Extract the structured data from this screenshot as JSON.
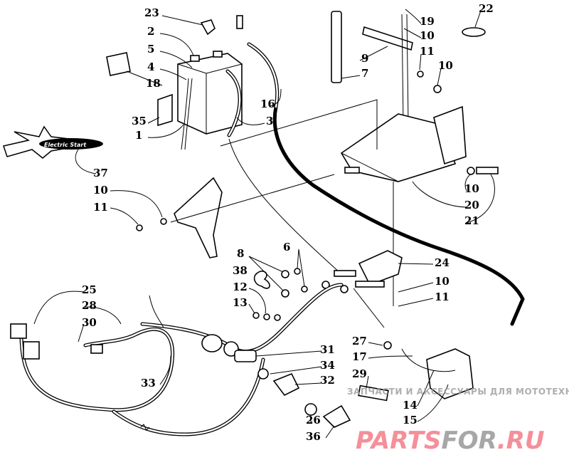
{
  "diagram": {
    "title": "Battery and wiring parts diagram",
    "callouts": [
      "23",
      "2",
      "5",
      "4",
      "18",
      "35",
      "1",
      "3",
      "16",
      "7",
      "9",
      "10",
      "19",
      "22",
      "11",
      "10",
      "37",
      "10",
      "11",
      "10",
      "20",
      "21",
      "8",
      "6",
      "38",
      "12",
      "13",
      "24",
      "10",
      "11",
      "25",
      "28",
      "30",
      "33",
      "31",
      "34",
      "32",
      "26",
      "36",
      "27",
      "17",
      "29",
      "14",
      "15"
    ],
    "logo_text": "Electric Start"
  },
  "watermark": {
    "line1": "ЗАПЧАСТИ И АКСЕССУАРЫ ДЛЯ МОТОТЕХНИКИ",
    "brand_a": "PARTS",
    "brand_b": "FOR",
    "brand_c": ".RU"
  }
}
